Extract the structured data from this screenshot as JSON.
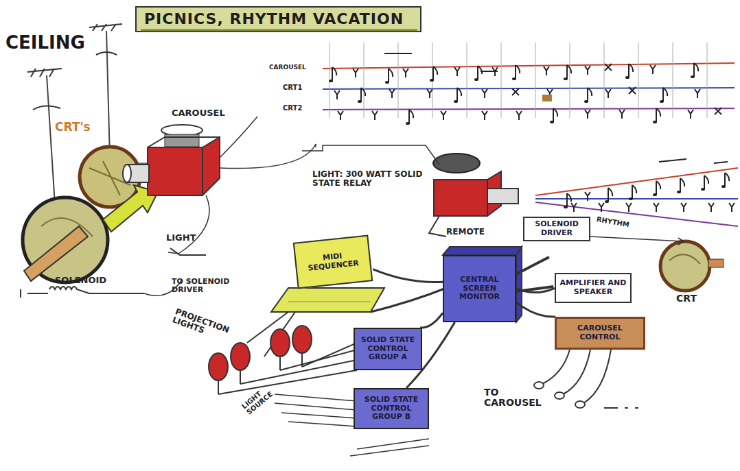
{
  "diagram": {
    "title": "PICNICS, RHYTHM VACATION",
    "nodes": [
      {
        "text": [
          "MIDI SEQUENCER"
        ]
      },
      {
        "text": [
          "CENTRAL SCREEN MONITOR"
        ]
      },
      {
        "text": [
          "SOLID STATE CONTROL GROUP A"
        ]
      },
      {
        "text": [
          "SOLID STATE CONTROL GROUP B"
        ]
      },
      {
        "text": [
          "AMPLIFIER AND SPEAKER"
        ]
      },
      {
        "text": [
          "CAROUSEL CONTROL"
        ]
      },
      {
        "text": [
          "SOLENOID DRIVER"
        ]
      }
    ],
    "edges": [
      {
        "from": 0,
        "to": 1,
        "arrow": "none"
      },
      {
        "from": 1,
        "to": 2,
        "arrow": "none"
      },
      {
        "from": 1,
        "to": 3,
        "arrow": "none"
      },
      {
        "from": 1,
        "to": 4,
        "arrow": "none"
      },
      {
        "from": 1,
        "to": 5,
        "arrow": "none"
      }
    ],
    "labels": [
      "CEILING",
      "CRT's",
      "CAROUSEL",
      "CAROUSEL",
      "CRT1",
      "CRT2",
      "LIGHT: 300 WATT SOLID STATE RELAY",
      "LIGHT",
      "SOLENOID",
      "TO SOLENOID DRIVER",
      "REMOTE",
      "RHYTHM",
      "PROJECTION LIGHTS",
      "LIGHT SOURCE",
      "TO CAROUSEL",
      "CRT"
    ]
  }
}
